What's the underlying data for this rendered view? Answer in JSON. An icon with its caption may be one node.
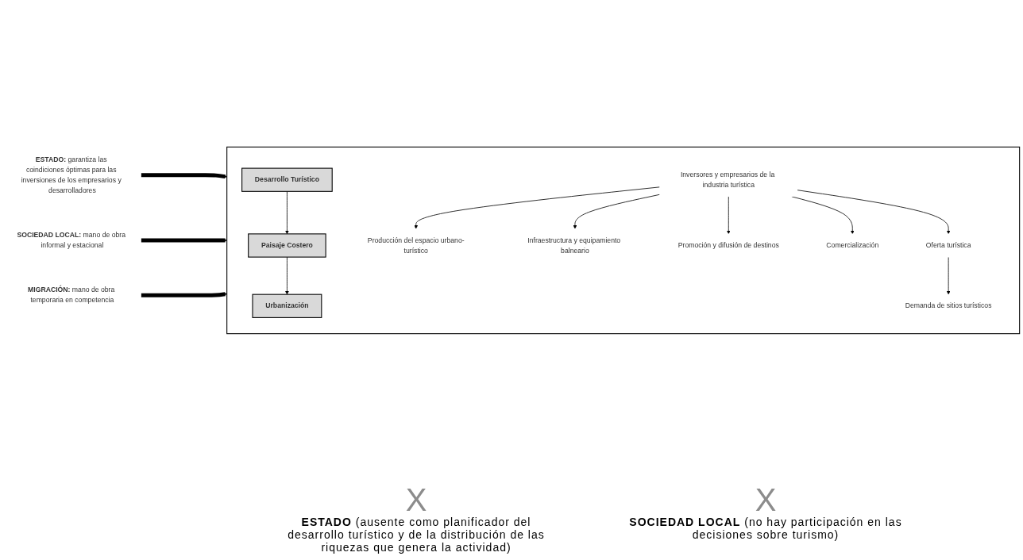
{
  "diagram": {
    "nodes": [
      {
        "text": [],
        "shape": "box"
      },
      {
        "text": [
          "Desarrollo Turístico"
        ],
        "in": 0
      },
      {
        "text": [
          "Paisaje Costero"
        ],
        "in": 0
      },
      {
        "text": [
          "Urbanización"
        ],
        "in": 0
      },
      {
        "text": [
          "Inversores y empresarios de la industria turística"
        ],
        "in": 0
      },
      {
        "text": [
          "Producción del espacio urbano-turístico"
        ],
        "in": 0
      },
      {
        "text": [
          "Infraestructura y equipamiento balneario"
        ],
        "in": 0
      },
      {
        "text": [
          "Promoción y difusión de destinos"
        ],
        "in": 0
      },
      {
        "text": [
          "Comercialización"
        ],
        "in": 0
      },
      {
        "text": [
          "Oferta turística"
        ],
        "in": 0
      },
      {
        "text": [
          "Demanda de sitios turísticos"
        ],
        "in": 0
      },
      {
        "text": [
          "**ESTADO:** garantiza las coindiciones óptimas para las inversiones de los empresarios y desarrolladores"
        ]
      },
      {
        "text": [
          "**SOCIEDAD LOCAL:** mano de obra informal y estacional"
        ]
      },
      {
        "text": [
          "**MIGRACIÓN:** mano de obra temporaria en competencia"
        ]
      }
    ],
    "edges": [
      {
        "from": 1,
        "to": 2,
        "arrow": "to"
      },
      {
        "from": 2,
        "to": 3,
        "arrow": "to"
      },
      {
        "from": 4,
        "to": 5,
        "arrow": "to"
      },
      {
        "from": 4,
        "to": 6,
        "arrow": "to"
      },
      {
        "from": 4,
        "to": 7,
        "arrow": "to"
      },
      {
        "from": 4,
        "to": 8,
        "arrow": "to"
      },
      {
        "from": 4,
        "to": 9,
        "arrow": "to"
      },
      {
        "from": 9,
        "to": 10,
        "arrow": "to"
      },
      {
        "from": 11,
        "to": 0,
        "arrow": "to",
        "style": "thick"
      },
      {
        "from": 12,
        "to": 0,
        "arrow": "to",
        "style": "thick"
      },
      {
        "from": 13,
        "to": 0,
        "arrow": "to",
        "style": "thick"
      }
    ],
    "labels": [
      "X",
      "**ESTADO** (ausente como planificador del desarrollo turístico y de la distribución de las riquezas que genera la actividad)",
      "X",
      "**SOCIEDAD LOCAL** (no hay participación en las decisiones sobre turismo)"
    ]
  }
}
